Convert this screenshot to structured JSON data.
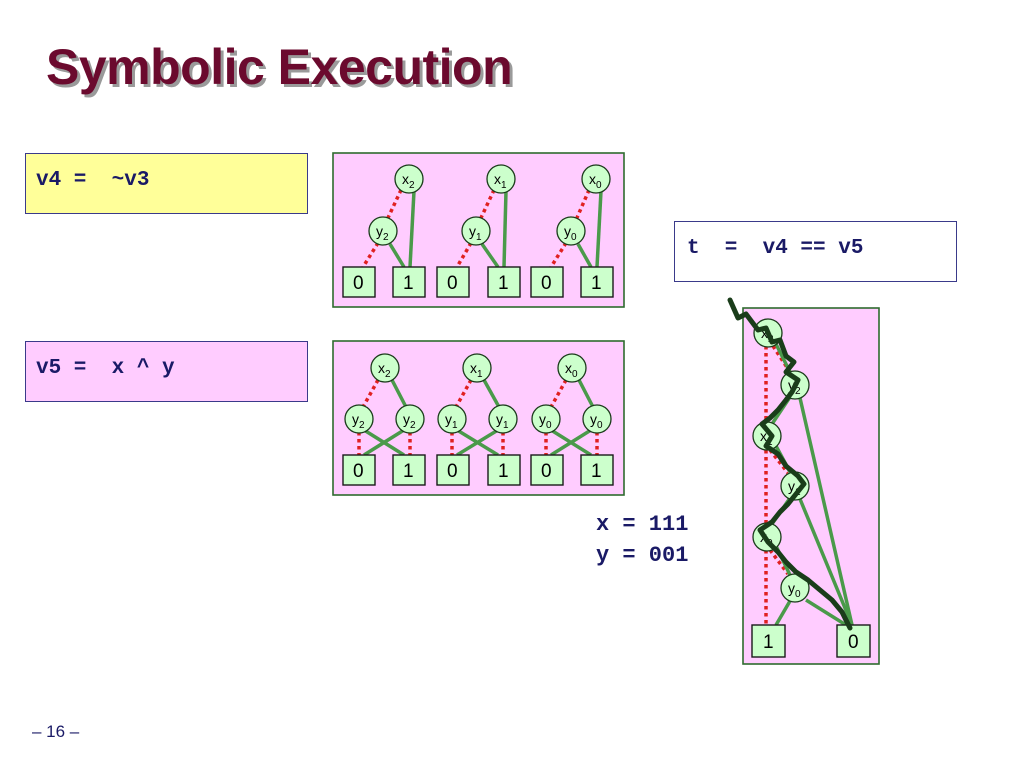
{
  "slide": {
    "title": "Symbolic Execution",
    "page_number": "– 16 –"
  },
  "code": {
    "v4": "v4 =  ~v3",
    "v5": "v5 =  x ^ y",
    "t": "t  =  v4 == v5"
  },
  "assignment": {
    "x": "x = 111",
    "y": "y = 001"
  },
  "bdd_labels": {
    "x2": {
      "base": "x",
      "sub": "2"
    },
    "x1": {
      "base": "x",
      "sub": "1"
    },
    "x0": {
      "base": "x",
      "sub": "0"
    },
    "y2": {
      "base": "y",
      "sub": "2"
    },
    "y1": {
      "base": "y",
      "sub": "1"
    },
    "y0": {
      "base": "y",
      "sub": "0"
    },
    "leaf0": "0",
    "leaf1": "1"
  },
  "colors": {
    "title": "#6b0a2e",
    "code_text": "#1a1a66",
    "v4_box": "#ffff99",
    "v5_box": "#ffccff",
    "panel": "#ffccff",
    "node_fill": "#ccffcc",
    "high_edge": "#4a9a4a",
    "low_edge": "#e02020",
    "eval_path": "#1a3d1a"
  }
}
